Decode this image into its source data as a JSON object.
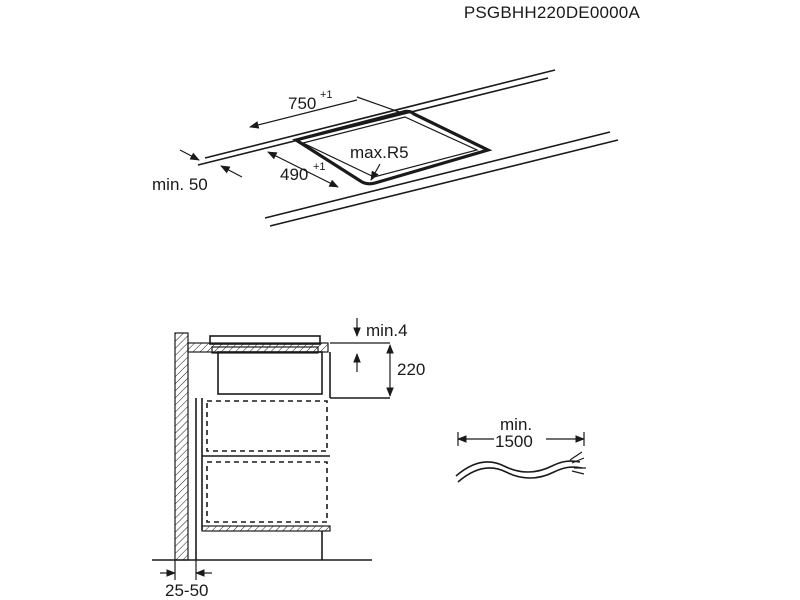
{
  "header": {
    "model_code": "PSGBHH220DE0000A"
  },
  "top_view": {
    "cutout_length": "750",
    "cutout_length_tolerance": "+1",
    "cutout_width": "490",
    "cutout_width_tolerance": "+1",
    "corner_radius": "max.R5",
    "edge_distance": "min. 50"
  },
  "side_view": {
    "gap_above": "min.4",
    "depth": "220",
    "wall_thickness": "25-50"
  },
  "cable": {
    "label_line1": "min.",
    "label_line2": "1500"
  }
}
